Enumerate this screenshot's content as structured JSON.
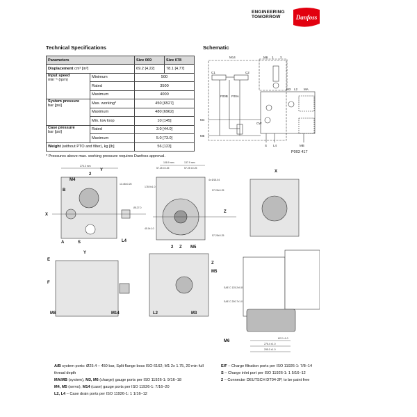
{
  "header": {
    "tagline_1": "ENGINEERING",
    "tagline_2": "TOMORROW",
    "logo_text": "Danfoss",
    "brand_color": "#e2000f"
  },
  "specs": {
    "title": "Technical Specifications",
    "headers": [
      "Parameters",
      "Size 069",
      "Size 078"
    ],
    "displacement": {
      "label": "Displacement",
      "unit": "cm³ [in³]",
      "v069": "69.2 [4.22]",
      "v078": "78.1 [4.77]"
    },
    "input_speed": {
      "label": "Input speed",
      "unit": "min⁻¹ (rpm)",
      "rows": [
        {
          "name": "Minimum",
          "value": "500"
        },
        {
          "name": "Rated",
          "value": "3500"
        },
        {
          "name": "Maximum",
          "value": "4000"
        }
      ]
    },
    "system_pressure": {
      "label": "System pressure",
      "unit": "bar [psi]",
      "rows": [
        {
          "name": "Max. working*",
          "value": "450 [6527]"
        },
        {
          "name": "Maximum",
          "value": "480 [6962]"
        },
        {
          "name": "Min. low loop",
          "value": "10 [145]"
        }
      ]
    },
    "case_pressure": {
      "label": "Case pressure",
      "unit": "bar [psi]",
      "rows": [
        {
          "name": "Rated",
          "value": "3.0 [44.0]"
        },
        {
          "name": "Maximum",
          "value": "5.0 [73.0]"
        }
      ]
    },
    "weight": {
      "label": "Weight",
      "unit": "(without PTO and filter), kg [lb]",
      "value": "56 [123]"
    },
    "footnote": "* Pressures above max. working pressure requires Danfoss approval."
  },
  "schematic": {
    "title": "Schematic",
    "labels": [
      "M14",
      "M6",
      "1",
      "2",
      "C1",
      "C2",
      "F00B",
      "F00A",
      "M3",
      "L2",
      "MA",
      "M4",
      "CW",
      "M5",
      "S",
      "L4",
      "MB",
      "P003 417"
    ]
  },
  "drawings": {
    "view1": {
      "labels": [
        "M4",
        "B",
        "2",
        "Y",
        "X",
        "A",
        "S",
        "L4"
      ],
      "dims": [
        "276.3 mm",
        "13.45±0.25",
        "Ø127.0"
      ]
    },
    "view2": {
      "labels": [
        "Z",
        "Z",
        "M5",
        "2"
      ],
      "dims": [
        "108.9 mm",
        "137.9 mm",
        "57.25 ±0.25",
        "57.25 ±0.25",
        "4x Ø18.04",
        "178.9±1.0",
        "45.0±1.0",
        "57.25±0.25",
        "57.25±0.25"
      ]
    },
    "view3": {
      "labels": [
        "X"
      ]
    },
    "view4": {
      "labels": [
        "E",
        "F",
        "Y",
        "M8",
        "M14"
      ]
    },
    "view5": {
      "labels": [
        "Z",
        "M5",
        "L2",
        "M3"
      ]
    },
    "view6": {
      "labels": [
        "M6"
      ],
      "dims": [
        "62.2 ±1.0",
        "276.4 ±1.0",
        "295.0 ±1.0",
        "SAE C 125.2±0.8",
        "SAE C 200.7±1.0"
      ]
    }
  },
  "notes": {
    "left": [
      {
        "bold": "A/B",
        "text": " system ports: Ø25.4 – 450 bar, Split flange boss ISO 6162; M1 2x 1.75, 20 min full thread depth"
      },
      {
        "bold": "MA/MB",
        "text": " (system), ",
        "bold2": "M3, M6",
        "text2": " (charge) gauge ports per ISO 11926-1: 9/16–18"
      },
      {
        "bold": "M4, M5",
        "text": " (servo), ",
        "bold2": "M14",
        "text2": " (case) gauge ports per ISO 11926-1: 7/16–20"
      },
      {
        "bold": "L2, L4",
        "text": " – Case drain ports per ISO 11926-1: 1 1/16–12"
      }
    ],
    "right": [
      {
        "bold": "E/F",
        "text": " – Charge filtration ports per ISO 11926-1: 7/8–14"
      },
      {
        "bold": "S",
        "text": " – Charge inlet port per ISO 11926-1: 1 5/16–12"
      },
      {
        "bold": "2",
        "text": " – Connector DEUTSCH DT04-2P, to be paint free"
      }
    ]
  }
}
